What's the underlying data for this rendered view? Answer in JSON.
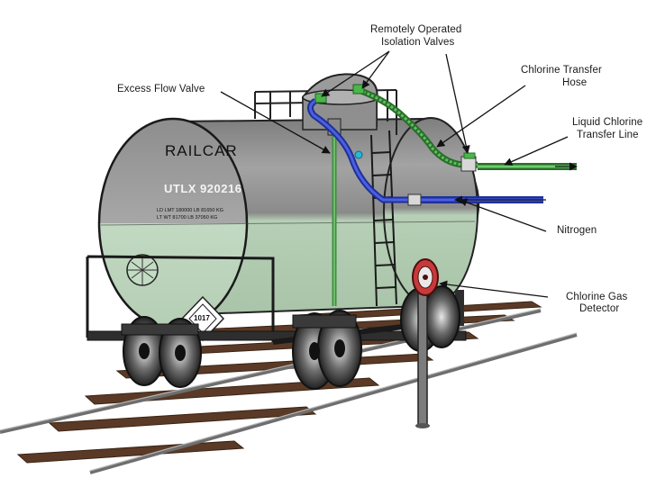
{
  "diagram": {
    "tank": {
      "name": "RAILCAR",
      "id": "UTLX 920216",
      "stencil_line1": "LD LMT 180000 LB  81650 KG",
      "stencil_line2": "LT WT 81700 LB  37050 KG",
      "placard": "1017"
    },
    "labels": {
      "remote_valves_line1": "Remotely Operated",
      "remote_valves_line2": "Isolation Valves",
      "excess_flow": "Excess Flow Valve",
      "transfer_hose_line1": "Chlorine Transfer",
      "transfer_hose_line2": "Hose",
      "liquid_line_line1": "Liquid Chlorine",
      "liquid_line_line2": "Transfer Line",
      "nitrogen": "Nitrogen",
      "detector_line1": "Chlorine Gas",
      "detector_line2": "Detector"
    },
    "colors": {
      "tank_top": "#8f908f",
      "tank_bottom": "#b9d3b9",
      "green_line": "#46a046",
      "blue_line": "#3349c8",
      "cyan_valve": "#2ab6d8",
      "detector_red": "#c83a3a"
    }
  }
}
